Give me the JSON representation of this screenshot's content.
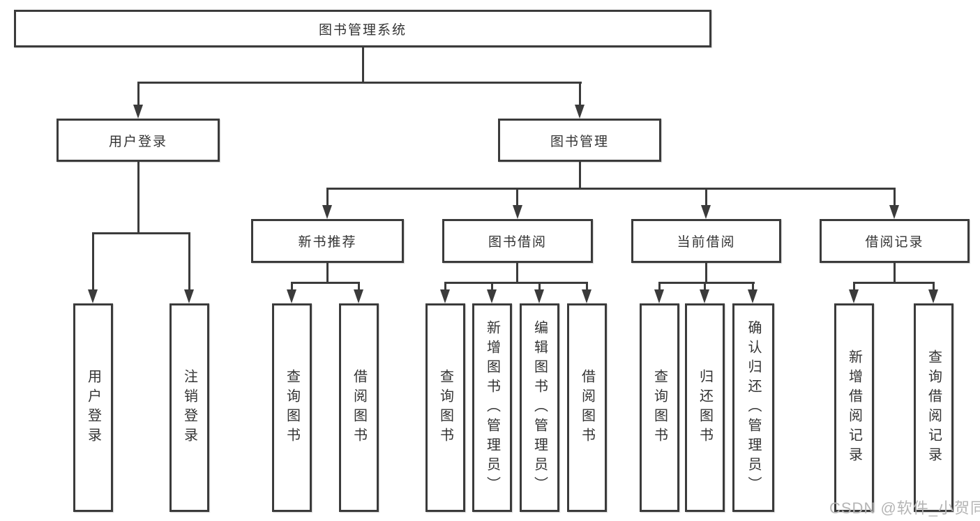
{
  "tree": {
    "root": {
      "label": "图书管理系统"
    },
    "branches": [
      {
        "label": "用户登录",
        "children": [
          {
            "label": "用户登录"
          },
          {
            "label": "注销登录"
          }
        ]
      },
      {
        "label": "图书管理",
        "children": [
          {
            "label": "新书推荐",
            "children": [
              {
                "label": "查询图书"
              },
              {
                "label": "借阅图书"
              }
            ]
          },
          {
            "label": "图书借阅",
            "children": [
              {
                "label": "查询图书"
              },
              {
                "label": "新增图书（管理员）"
              },
              {
                "label": "编辑图书（管理员）"
              },
              {
                "label": "借阅图书"
              }
            ]
          },
          {
            "label": "当前借阅",
            "children": [
              {
                "label": "查询图书"
              },
              {
                "label": "归还图书"
              },
              {
                "label": "确认归还（管理员）"
              }
            ]
          },
          {
            "label": "借阅记录",
            "children": [
              {
                "label": "新增借阅记录"
              },
              {
                "label": "查询借阅记录"
              }
            ]
          }
        ]
      }
    ]
  },
  "watermark": {
    "text": "CSDN @软件_小贺同学"
  },
  "colors": {
    "line": "#3b3b3b",
    "text": "#333333",
    "box_background": "#ffffff",
    "page_background": "#ffffff",
    "watermark": "#b5b5b5"
  }
}
